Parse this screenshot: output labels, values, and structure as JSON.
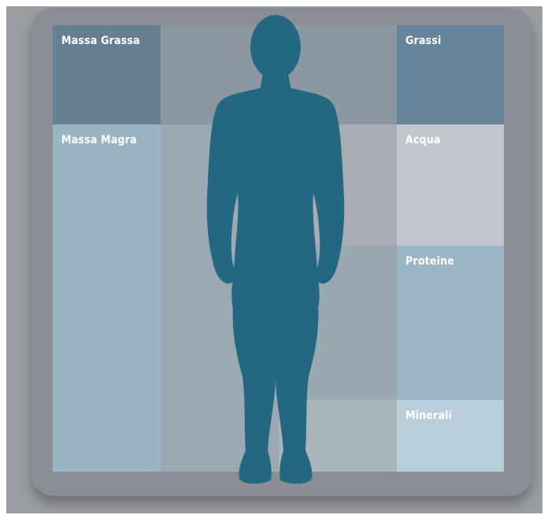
{
  "labels": {
    "massa_grassa": "Massa Grassa",
    "massa_magra": "Massa Magra",
    "grassi": "Grassi",
    "acqua": "Acqua",
    "proteine": "Proteine",
    "minerali": "Minerali"
  },
  "colors": {
    "stage": "#9a9da2",
    "board": "#8a8d93",
    "massa_grassa": "#677f93",
    "massa_magra": "#99b4c2",
    "grassi": "#66849a",
    "acqua": "#c2c5cb",
    "proteine": "#9ab6c3",
    "minerali": "#b8cfdb",
    "silhouette": "#236880"
  },
  "icons": {
    "figure": "human-silhouette-icon"
  }
}
